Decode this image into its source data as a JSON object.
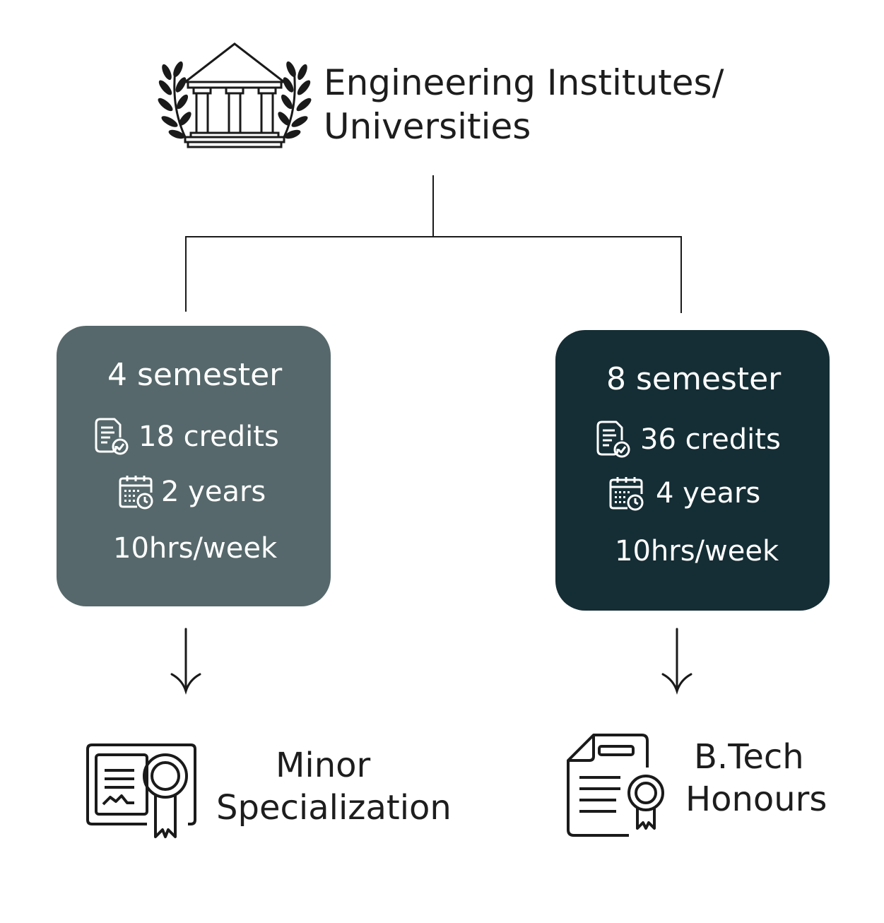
{
  "header": {
    "title_line1": "Engineering Institutes/",
    "title_line2": "Universities",
    "icon": "institute-building-laurel-icon"
  },
  "programs": [
    {
      "semester": "4 semester",
      "credits": "18 credits",
      "duration": "2 years",
      "hours": "10hrs/week",
      "outcome_line1": "Minor",
      "outcome_line2": "Specialization",
      "outcome_icon": "certificate-ribbon-icon",
      "card_color": "#56686b"
    },
    {
      "semester": "8 semester",
      "credits": "36 credits",
      "duration": "4 years",
      "hours": "10hrs/week",
      "outcome_line1": "B.Tech",
      "outcome_line2": "Honours",
      "outcome_icon": "document-badge-icon",
      "card_color": "#152e35"
    }
  ],
  "icons": {
    "credits": "credits-document-check-icon",
    "duration": "calendar-clock-icon",
    "arrow": "arrow-down-icon"
  }
}
